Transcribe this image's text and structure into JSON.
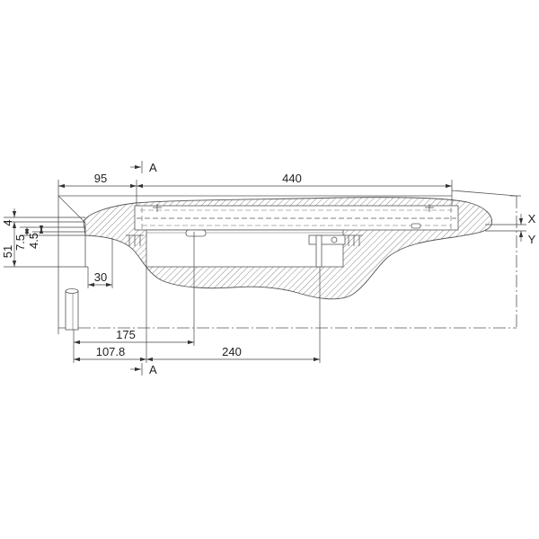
{
  "section_cut": {
    "top_label": "A",
    "bottom_label": "A"
  },
  "dimensions": {
    "width_95": "95",
    "width_440": "440",
    "height_4": "4",
    "height_51": "51",
    "height_7_5": "7.5",
    "height_4_5": "4.5",
    "width_30": "30",
    "width_175": "175",
    "width_107_8": "107.8",
    "width_240": "240"
  },
  "offset_labels": {
    "x": "X",
    "y": "Y"
  }
}
